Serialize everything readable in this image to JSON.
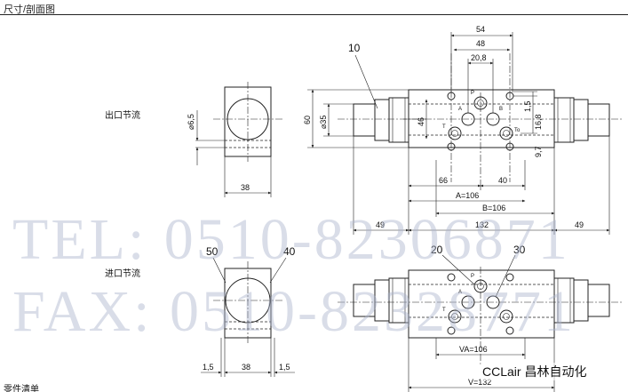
{
  "header": {
    "title": "尺寸/剖面图"
  },
  "watermark": {
    "tel": "TEL: 0510-82306871",
    "fax": "FAX: 0510-82328771"
  },
  "brand": "CCLair 昌林自动化",
  "views": {
    "top": {
      "label": "出口节流"
    },
    "bottom": {
      "label": "进口节流"
    },
    "partial_label": "零件清单"
  },
  "callouts": {
    "c10": "10",
    "c20": "20",
    "c30": "30",
    "c40": "40",
    "c50": "50"
  },
  "ports": {
    "P": "P",
    "A": "A",
    "B": "B",
    "T": "T",
    "To": "To"
  },
  "dims": {
    "d54": "54",
    "d48": "48",
    "d20_8": "20,8",
    "d60": "60",
    "d35": "⌀35",
    "d46": "46",
    "d1_5": "1,5",
    "d16_8": "16,8",
    "d9_7": "9,7",
    "d6_5": "⌀6,5",
    "d38": "38",
    "d66": "66",
    "d40": "40",
    "dA": "A=106",
    "dB": "B=106",
    "d49": "49",
    "d132": "132",
    "dVA": "VA=106",
    "dV": "V=132"
  }
}
